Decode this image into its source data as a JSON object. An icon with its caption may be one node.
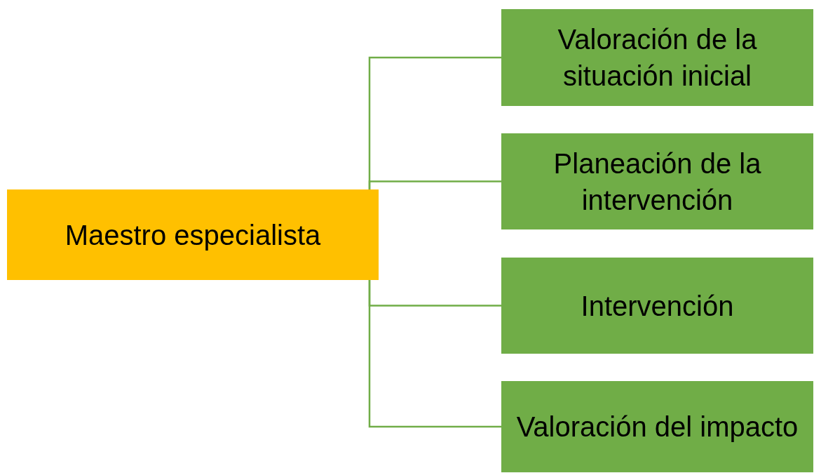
{
  "diagram": {
    "nodes": [
      {
        "text": [
          "Maestro especialista"
        ]
      },
      {
        "text": [
          "Valoración de la situación inicial"
        ]
      },
      {
        "text": [
          "Planeación de la intervención"
        ]
      },
      {
        "text": [
          "Intervención"
        ]
      },
      {
        "text": [
          "Valoración del impacto"
        ]
      }
    ],
    "edges": [
      {
        "from": 0,
        "to": 1,
        "arrow": "none"
      },
      {
        "from": 0,
        "to": 2,
        "arrow": "none"
      },
      {
        "from": 0,
        "to": 3,
        "arrow": "none"
      },
      {
        "from": 0,
        "to": 4,
        "arrow": "none"
      }
    ]
  }
}
